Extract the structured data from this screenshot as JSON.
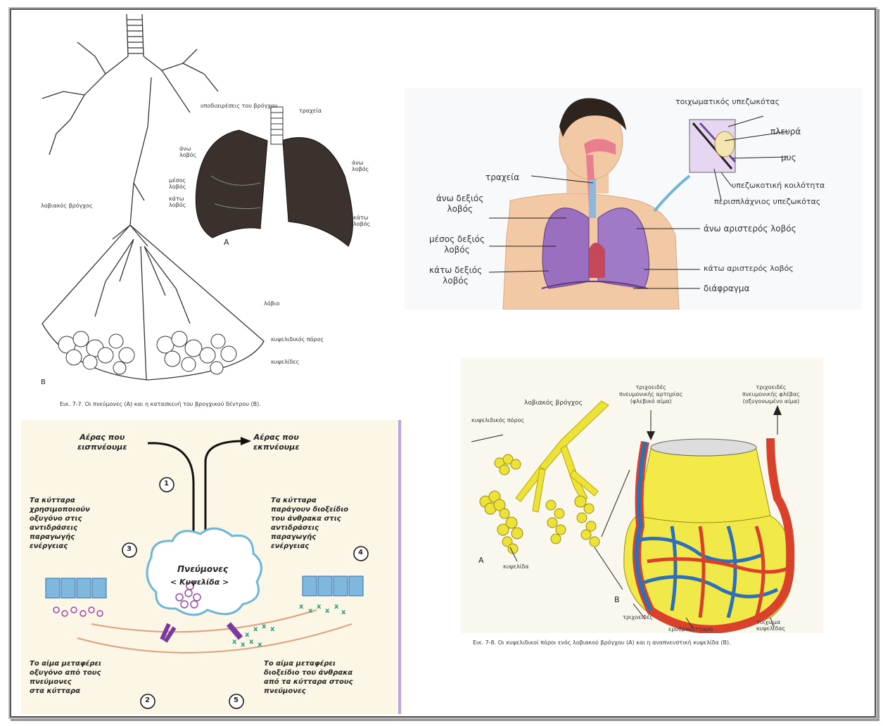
{
  "panel_a": {
    "labels": {
      "bronchi_subdivisions": "υποδιαιρέσεις του βρόγχου",
      "trachea": "τραχεία",
      "upper_lobe_left": "άνω\nλοβός",
      "upper_lobe_right": "άνω\nλοβός",
      "middle_lobe": "μέσος\nλοβός",
      "lower_lobe_left": "κάτω\nλοβός",
      "lower_lobe_right": "κάτω\nλοβός",
      "letter_a": "A",
      "lobular_bronchus": "λοβιακός βρόγχος",
      "lobe": "λόβιο",
      "alveolar_duct": "κυψελιδικός πόρος",
      "alveoli": "κυψελίδες",
      "letter_b": "B"
    },
    "caption": "Εικ. 7-7. Οι πνεύμονες (Α) και η κατασκευή του βρογχικού δέντρου (Β)."
  },
  "panel_b": {
    "labels": {
      "parietal_pleura": "τοιχωματικός υπεζωκότας",
      "rib": "πλευρά",
      "muscle": "μυς",
      "pleural_cavity": "υπεζωκοτική κοιλότητα",
      "visceral_pleura": "περισπλάχνιος υπεζωκότας",
      "trachea": "τραχεία",
      "right_upper": "άνω δεξιός\nλοβός",
      "right_middle": "μέσος δεξιός\nλοβός",
      "right_lower": "κάτω δεξιός\nλοβός",
      "left_upper": "άνω αριστερός λοβός",
      "left_lower": "κάτω αριστερός λοβός",
      "diaphragm": "διάφραγμα"
    }
  },
  "panel_c": {
    "labels": {
      "air_in": "Αέρας που\nεισπνέουμε",
      "air_out": "Αέρας που\nεκπνέουμε",
      "step1": "1",
      "step2": "2",
      "step3": "3",
      "step4": "4",
      "step5": "5",
      "cells_use_o2": "Τα κύτταρα\nχρησιμοποιούν\nοξυγόνο στις\nαντιδράσεις\nπαραγωγής\nενέργειας",
      "cells_make_co2": "Τα κύτταρα\nπαράγουν διοξείδιο\nτου άνθρακα στις\nαντιδράσεις\nπαραγωγής\nενέργειας",
      "lungs": "Πνεύμονες",
      "alveolus": "< Κυψελίδα >",
      "blood_o2": "Το αίμα μεταφέρει\nοξυγόνο από τους\nπνεύμονες\nστα κύτταρα",
      "blood_co2": "Το αίμα μεταφέρει\nδιοξείδιο του άνθρακα\nαπό τα κύτταρα στους\nπνεύμονες"
    }
  },
  "panel_d": {
    "labels": {
      "lobular_bronchus": "λοβιακός βρόγχος",
      "alveolar_duct": "κυψελιδικός πόρος",
      "pulm_artery_cap": "τριχοειδές\nπνευμονικής αρτηρίας\n(φλεβικό αίμα)",
      "pulm_vein_cap": "τριχοειδές\nπνευμονικής φλέβας\n(οξυγονωμένο αίμα)",
      "letter_a": "A",
      "alveoli": "κυψελίδα",
      "letter_b": "B",
      "capillary": "τριχοειδές",
      "red_cell": "ερυθροκύτταρο",
      "alveolus_wall": "τοίχωμα\nκυψελίδας"
    },
    "caption": "Εικ. 7-8. Οι κυψελιδικοί πόροι ενός λοβιακού βρόγχου (Α) και η αναπνευστική κυψελίδα (Β)."
  },
  "colors": {
    "lung_purple": "#9b6fc0",
    "bronchus_yellow": "#ece23a",
    "vessel_red": "#d9412b",
    "vessel_blue": "#2e6fb5",
    "skin": "#f2c9a4",
    "panel_c_bg": "#fbf6e6",
    "panel_c_divider": "#b7a6e0"
  }
}
